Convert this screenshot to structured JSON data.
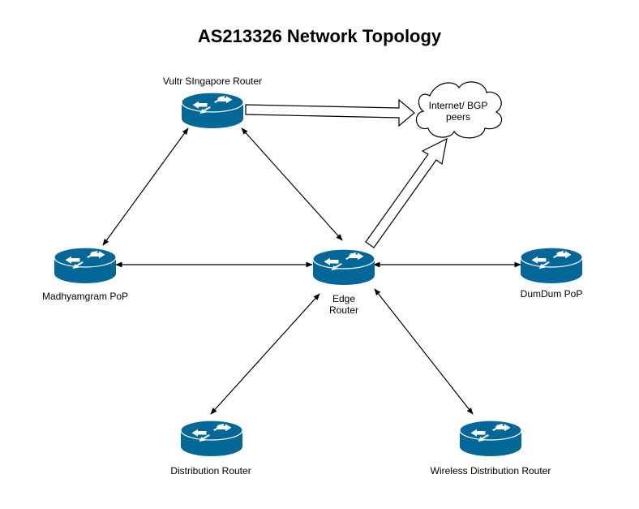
{
  "title": "AS213326 Network Topology",
  "nodes": {
    "vultr": {
      "label": "Vultr SIngapore Router"
    },
    "edge": {
      "label_line1": "Edge",
      "label_line2": "Router"
    },
    "madhyamgram": {
      "label": "Madhyamgram PoP"
    },
    "dumdum": {
      "label": "DumDum PoP"
    },
    "distribution": {
      "label": "Distribution Router"
    },
    "wireless": {
      "label": "Wireless Distribution Router"
    },
    "internet": {
      "label_line1": "Internet/ BGP",
      "label_line2": "peers"
    }
  },
  "colors": {
    "router_fill": "#036897",
    "router_top": "#036897",
    "router_arrow": "#ffffff",
    "line": "#000000"
  }
}
